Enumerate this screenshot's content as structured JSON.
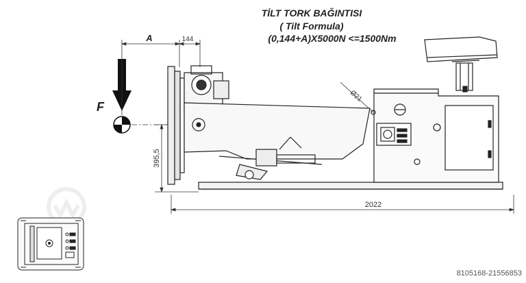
{
  "title": {
    "line1": "TİLT TORK BAĞINTISI",
    "line2": "( Tilt Formula)",
    "line3": "(0,144+A)X5000N <=1500Nm"
  },
  "labels": {
    "force": "F",
    "dim_a": "A",
    "dim_offset": "144",
    "dim_diameter": "Ø21",
    "dim_height": "395,5",
    "dim_length": "2022"
  },
  "watermark": "8105168-21556853",
  "colors": {
    "line": "#222222",
    "text": "#222222",
    "watermark": "#555555"
  }
}
